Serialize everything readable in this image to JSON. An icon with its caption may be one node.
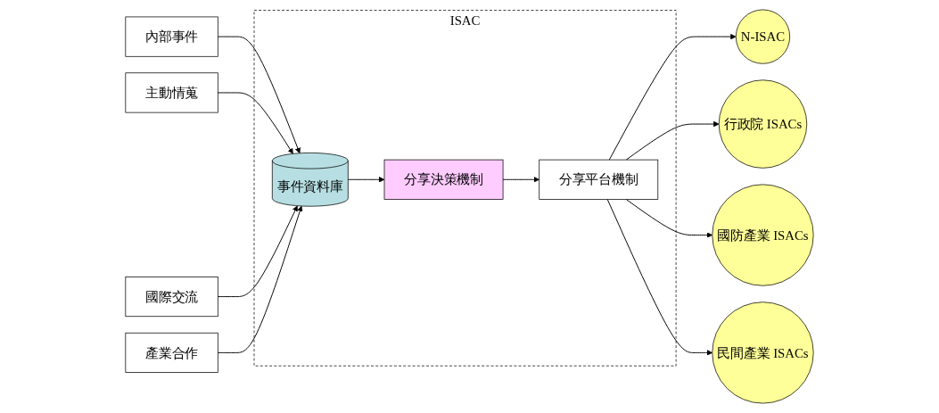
{
  "diagram": {
    "nodes": [
      {
        "text": [
          "ISAC"
        ]
      },
      {
        "text": [
          "內部事件"
        ]
      },
      {
        "text": [
          "主動情蒐"
        ]
      },
      {
        "text": [
          "國際交流"
        ]
      },
      {
        "text": [
          "產業合作"
        ]
      },
      {
        "text": [
          "事件資料庫"
        ],
        "in": 0
      },
      {
        "text": [
          "分享決策機制"
        ],
        "in": 0
      },
      {
        "text": [
          "分享平台機制"
        ],
        "in": 0
      },
      {
        "text": [
          "N-ISAC"
        ]
      },
      {
        "text": [
          "行政院 ISACs"
        ]
      },
      {
        "text": [
          "國防產業 ISACs"
        ]
      },
      {
        "text": [
          "民間產業 ISACs"
        ]
      }
    ],
    "edges": [
      {
        "from": 1,
        "to": 5,
        "arrow": "to"
      },
      {
        "from": 2,
        "to": 5,
        "arrow": "to"
      },
      {
        "from": 3,
        "to": 5,
        "arrow": "to"
      },
      {
        "from": 4,
        "to": 5,
        "arrow": "to"
      },
      {
        "from": 5,
        "to": 6,
        "arrow": "to"
      },
      {
        "from": 6,
        "to": 7,
        "arrow": "to"
      },
      {
        "from": 7,
        "to": 8,
        "arrow": "to"
      },
      {
        "from": 7,
        "to": 9,
        "arrow": "to"
      },
      {
        "from": 7,
        "to": 10,
        "arrow": "to"
      },
      {
        "from": 7,
        "to": 11,
        "arrow": "to"
      }
    ]
  }
}
